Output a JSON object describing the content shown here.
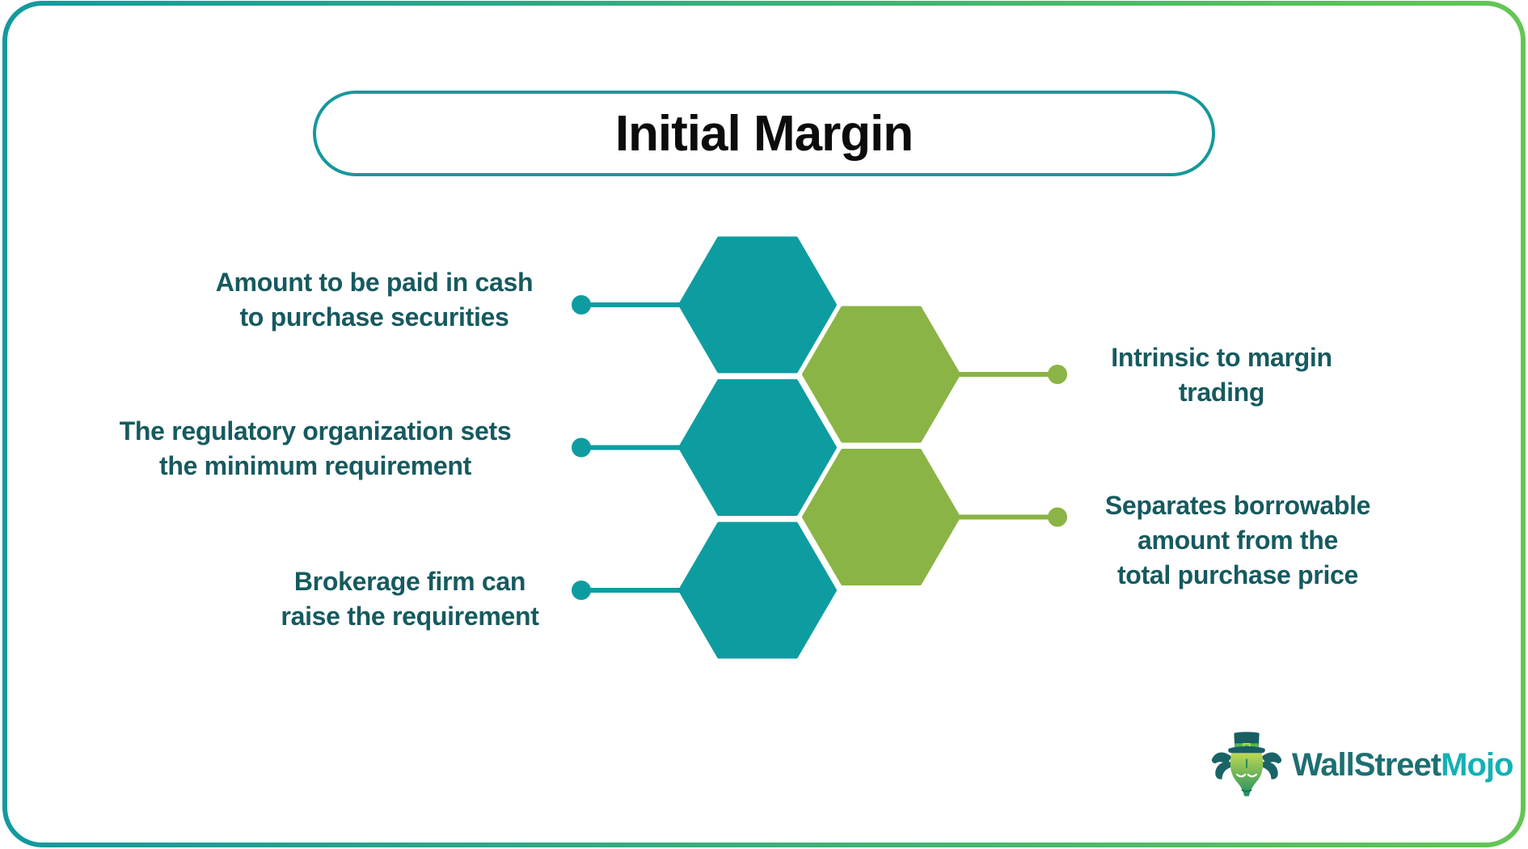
{
  "title": "Initial Margin",
  "left_items": [
    {
      "text": "Amount to be paid in cash\nto purchase securities"
    },
    {
      "text": "The regulatory organization sets\nthe minimum requirement"
    },
    {
      "text": "Brokerage firm can\nraise the requirement"
    }
  ],
  "right_items": [
    {
      "text": "Intrinsic to margin\ntrading"
    },
    {
      "text": "Separates borrowable\namount from the\ntotal purchase price"
    }
  ],
  "logo": {
    "brand_primary": "WallStreet",
    "brand_accent": "Mojo"
  },
  "colors": {
    "hex_teal": "#0d9da1",
    "hex_green": "#8ab445",
    "label_text": "#165a5f",
    "title_text": "#0c0c0c",
    "title_pill_border": "#17989c",
    "outer_border_left": "#12999f",
    "outer_border_right": "#63c653",
    "logo_primary": "#1d6f71",
    "logo_accent": "#13b1b5"
  }
}
